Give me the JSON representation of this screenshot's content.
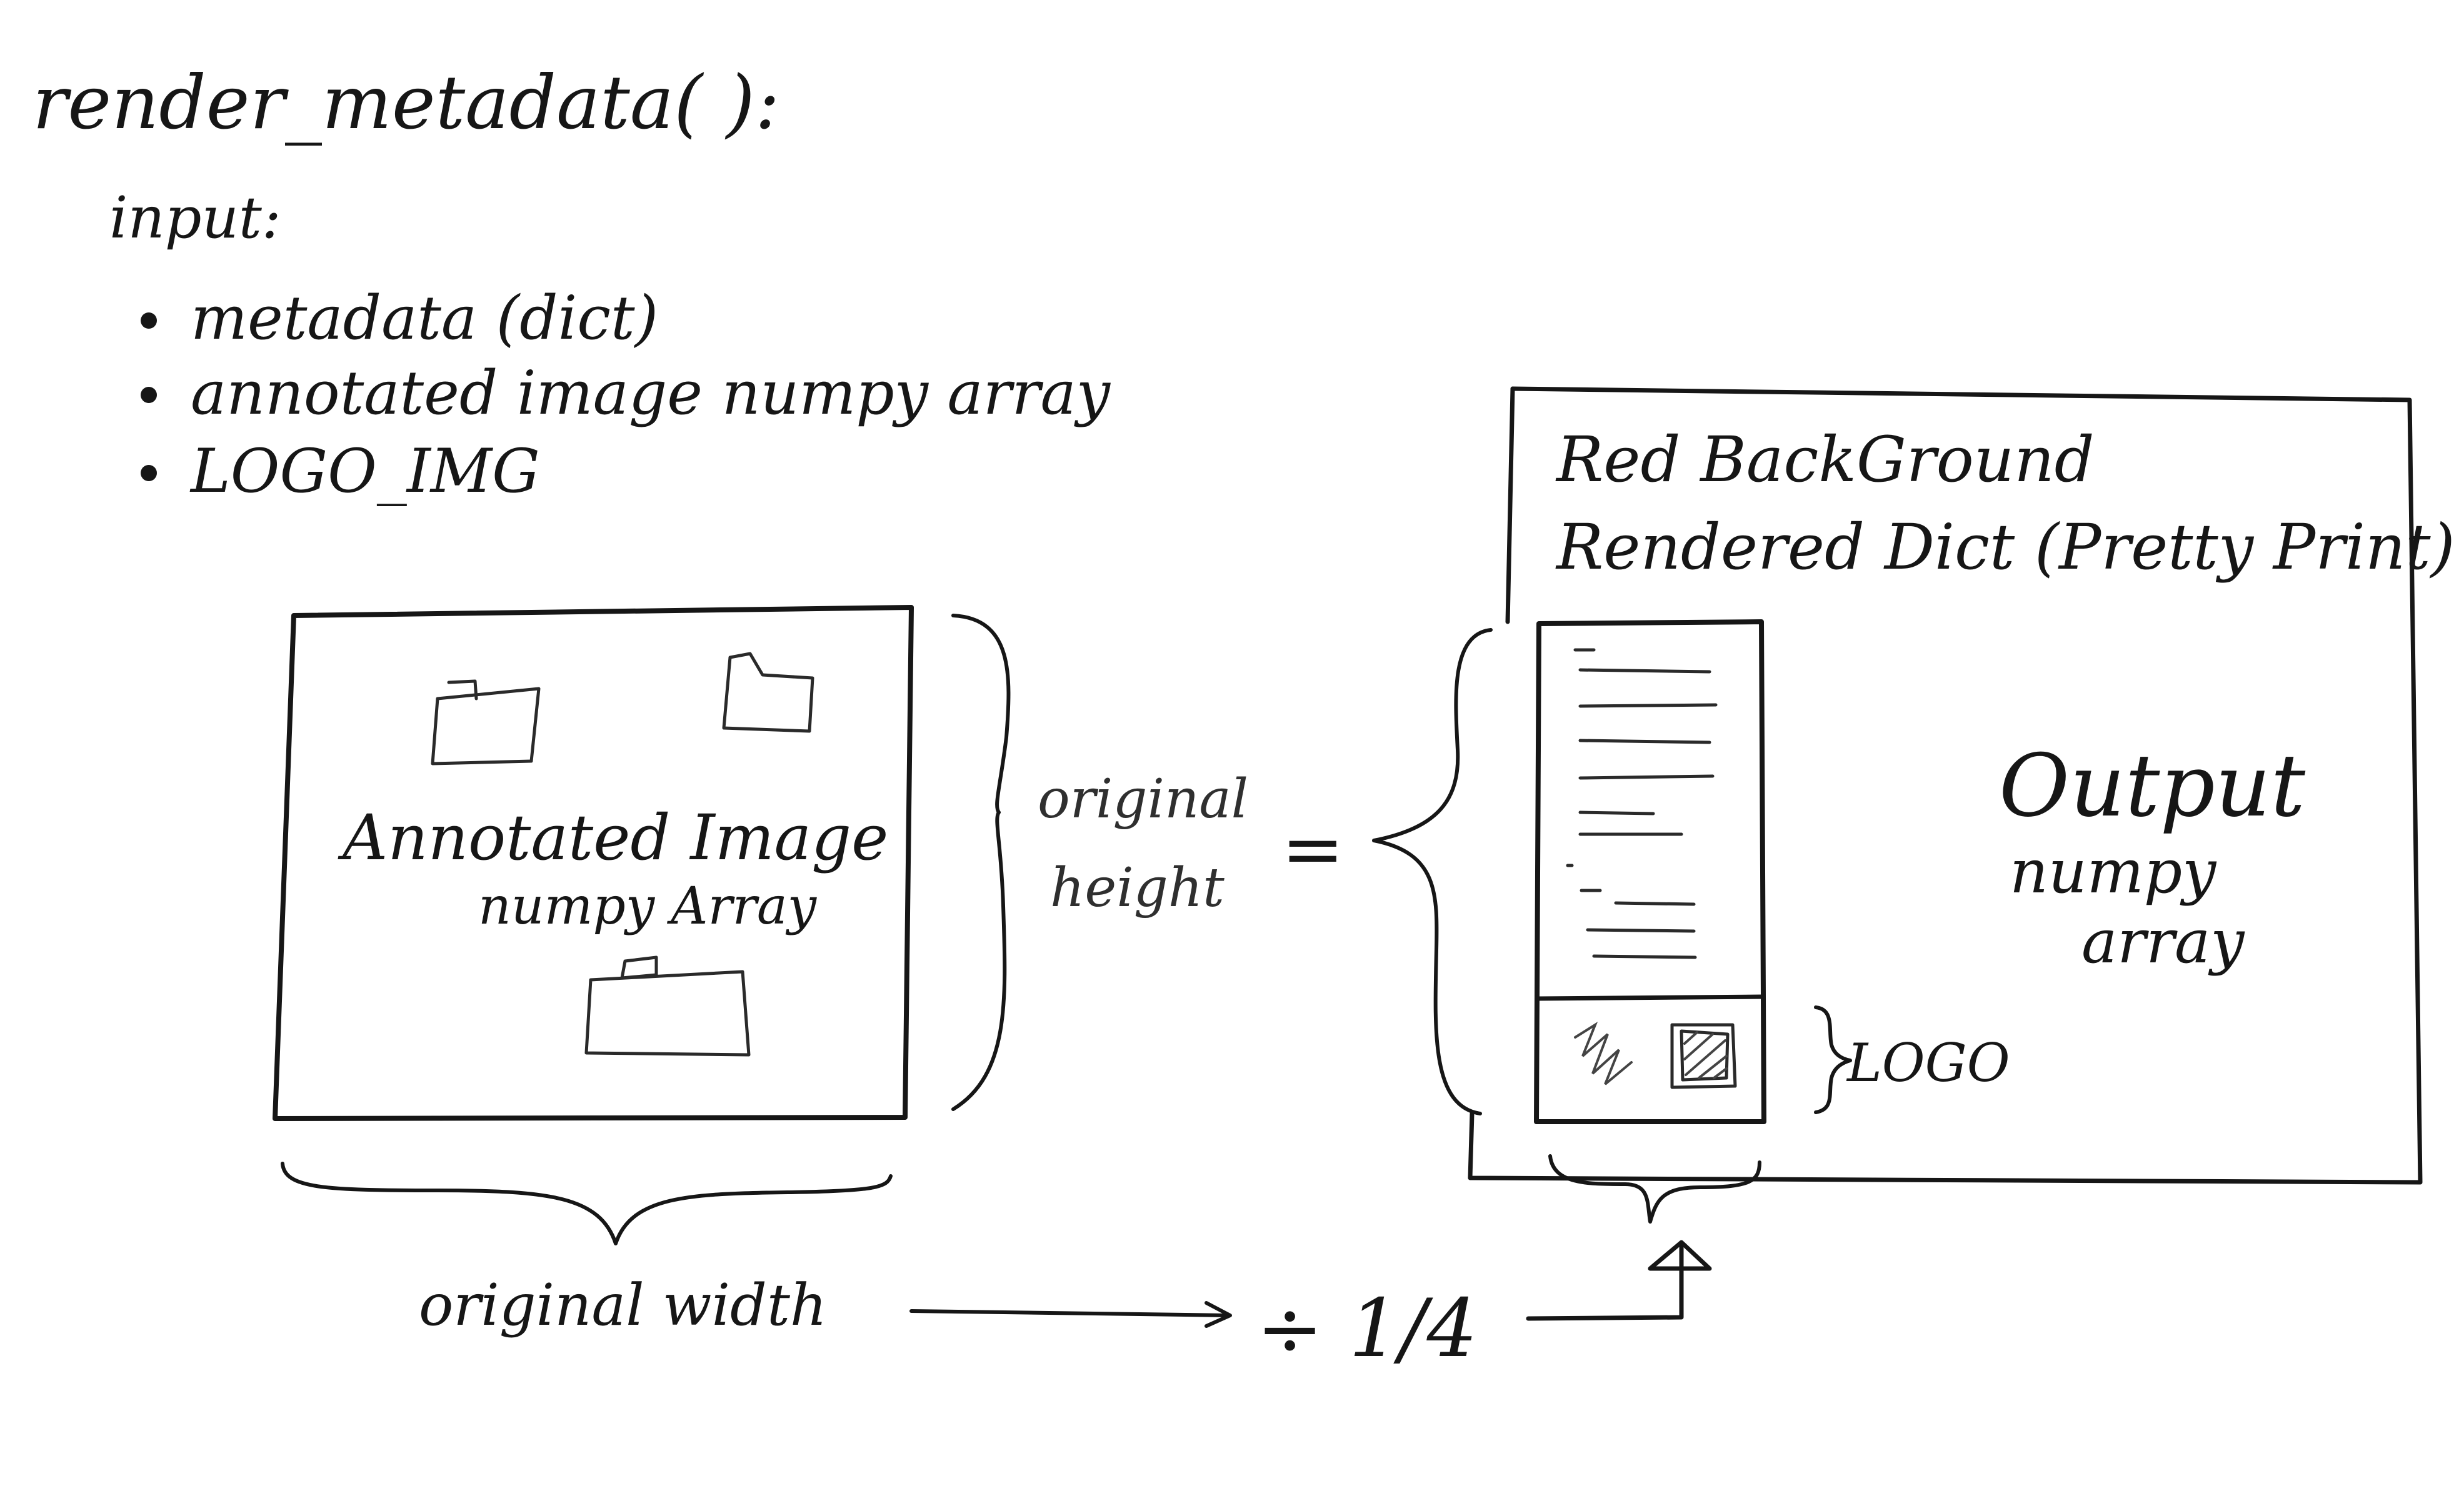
{
  "title": "render_metadata( ):",
  "input_heading": "input:",
  "inputs": [
    "metadata (dict)",
    "annotated image numpy array",
    "LOGO_IMG"
  ],
  "left_box": {
    "line1": "Annotated Image",
    "line2": "numpy Array"
  },
  "height_label": {
    "line1": "original",
    "line2": "height"
  },
  "equals": "=",
  "width_label": "original width",
  "ratio_label": "÷ 1/4",
  "output_panel": {
    "line1": "Red BackGround",
    "line2": "Rendered Dict (Pretty Print)",
    "output_line1": "Output",
    "output_line2": "numpy",
    "output_line3": "array",
    "logo_label": "LOGO"
  }
}
